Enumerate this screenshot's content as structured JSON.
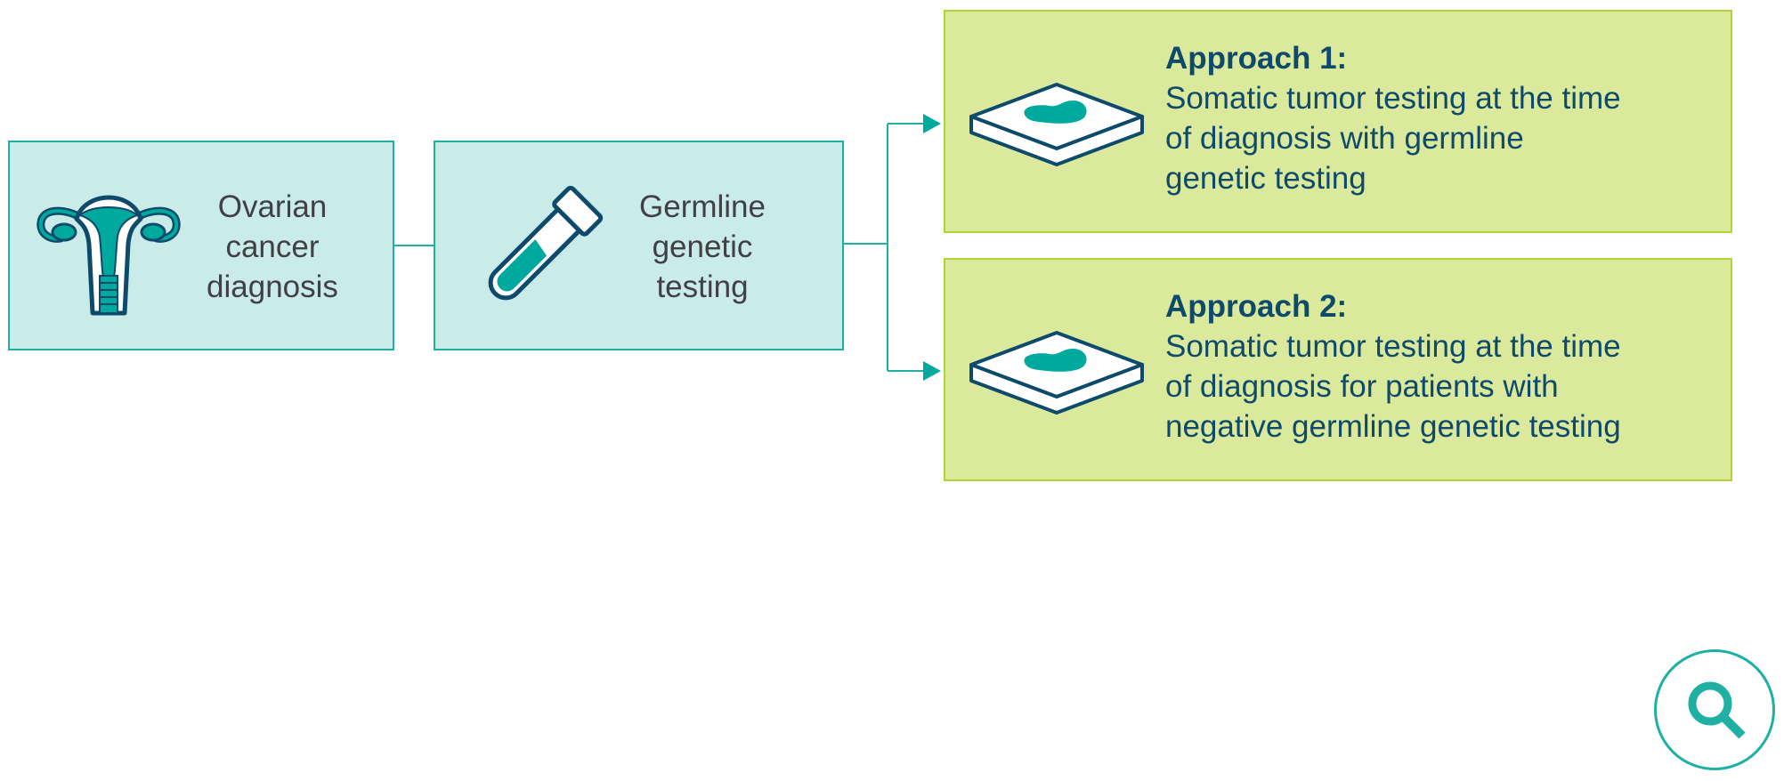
{
  "flow": {
    "step1": {
      "label_lines": [
        "Ovarian",
        "cancer",
        "diagnosis"
      ],
      "icon": "uterus-icon"
    },
    "step2": {
      "label_lines": [
        "Germline",
        "genetic",
        "testing"
      ],
      "icon": "test-tube-icon"
    },
    "approaches": [
      {
        "title": "Approach 1:",
        "desc_lines": [
          "Somatic tumor testing at the time",
          "of diagnosis with germline",
          "genetic testing"
        ],
        "icon": "tissue-slide-icon"
      },
      {
        "title": "Approach 2:",
        "desc_lines": [
          "Somatic tumor testing at the time",
          "of diagnosis for patients with",
          "negative germline genetic testing"
        ],
        "icon": "tissue-slide-icon"
      }
    ]
  },
  "controls": {
    "zoom_button": "search-icon"
  },
  "colors": {
    "teal": "#1fb0a3",
    "teal_fill": "#00a99d",
    "teal_box": "#c9ece8",
    "green_box": "#dbe99c",
    "green_border": "#b2d235",
    "navy": "#0d4a6b",
    "text_dark": "#414042"
  }
}
